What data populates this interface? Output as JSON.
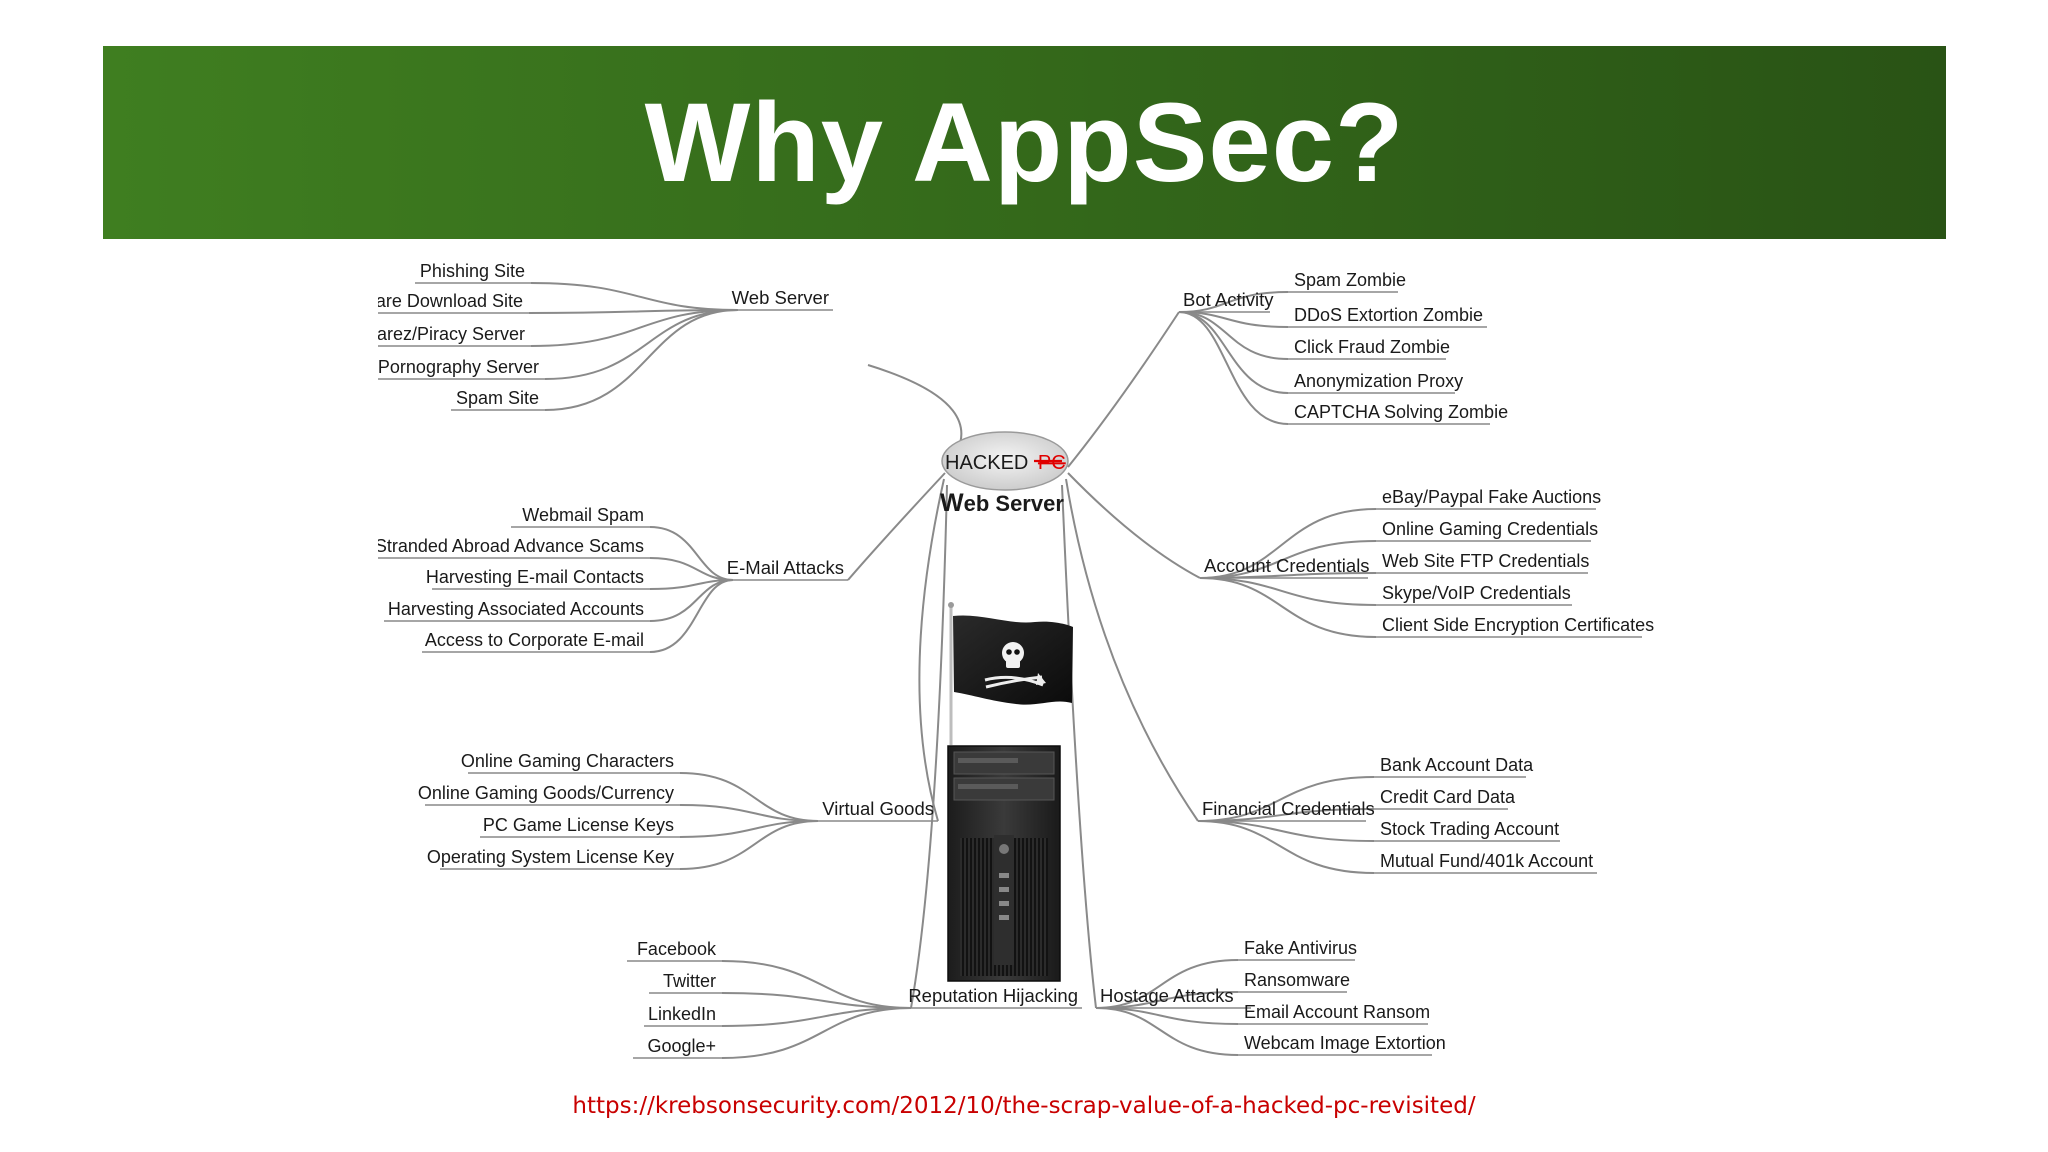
{
  "title": "Why AppSec?",
  "center": {
    "top_prefix": "HACKED",
    "top_struck": "PC",
    "top_prefix_color": "#a0198c",
    "struck_color": "#e00000",
    "sub_initial": "W",
    "sub_rest": "eb Server",
    "sub_color": "#d80000"
  },
  "branches": {
    "web_server": {
      "label": "Web Server",
      "items": [
        "Phishing Site",
        "Malware Download Site",
        "Warez/Piracy Server",
        "Child Pornography Server",
        "Spam Site"
      ]
    },
    "email_attacks": {
      "label": "E-Mail Attacks",
      "items": [
        "Webmail Spam",
        "Stranded Abroad Advance Scams",
        "Harvesting E-mail Contacts",
        "Harvesting Associated Accounts",
        "Access to Corporate E-mail"
      ]
    },
    "virtual_goods": {
      "label": "Virtual Goods",
      "items": [
        "Online Gaming Characters",
        "Online Gaming Goods/Currency",
        "PC Game License Keys",
        "Operating System License Key"
      ]
    },
    "reputation_hijacking": {
      "label": "Reputation Hijacking",
      "items": [
        "Facebook",
        "Twitter",
        "LinkedIn",
        "Google+"
      ]
    },
    "bot_activity": {
      "label": "Bot Activity",
      "items": [
        "Spam Zombie",
        "DDoS Extortion Zombie",
        "Click Fraud Zombie",
        "Anonymization Proxy",
        "CAPTCHA Solving Zombie"
      ]
    },
    "account_credentials": {
      "label": "Account Credentials",
      "items": [
        "eBay/Paypal Fake Auctions",
        "Online Gaming Credentials",
        "Web Site FTP Credentials",
        "Skype/VoIP Credentials",
        "Client Side Encryption Certificates"
      ]
    },
    "financial_credentials": {
      "label": "Financial Credentials",
      "items": [
        "Bank Account Data",
        "Credit Card Data",
        "Stock Trading Account",
        "Mutual Fund/401k Account"
      ]
    },
    "hostage_attacks": {
      "label": "Hostage Attacks",
      "items": [
        "Fake Antivirus",
        "Ransomware",
        "Email Account Ransom",
        "Webcam Image Extortion"
      ]
    }
  },
  "source_url": "https://krebsonsecurity.com/2012/10/the-scrap-value-of-a-hacked-pc-revisited/",
  "icons": {
    "flag": "pirate-flag-icon",
    "tower": "pc-tower-icon"
  }
}
